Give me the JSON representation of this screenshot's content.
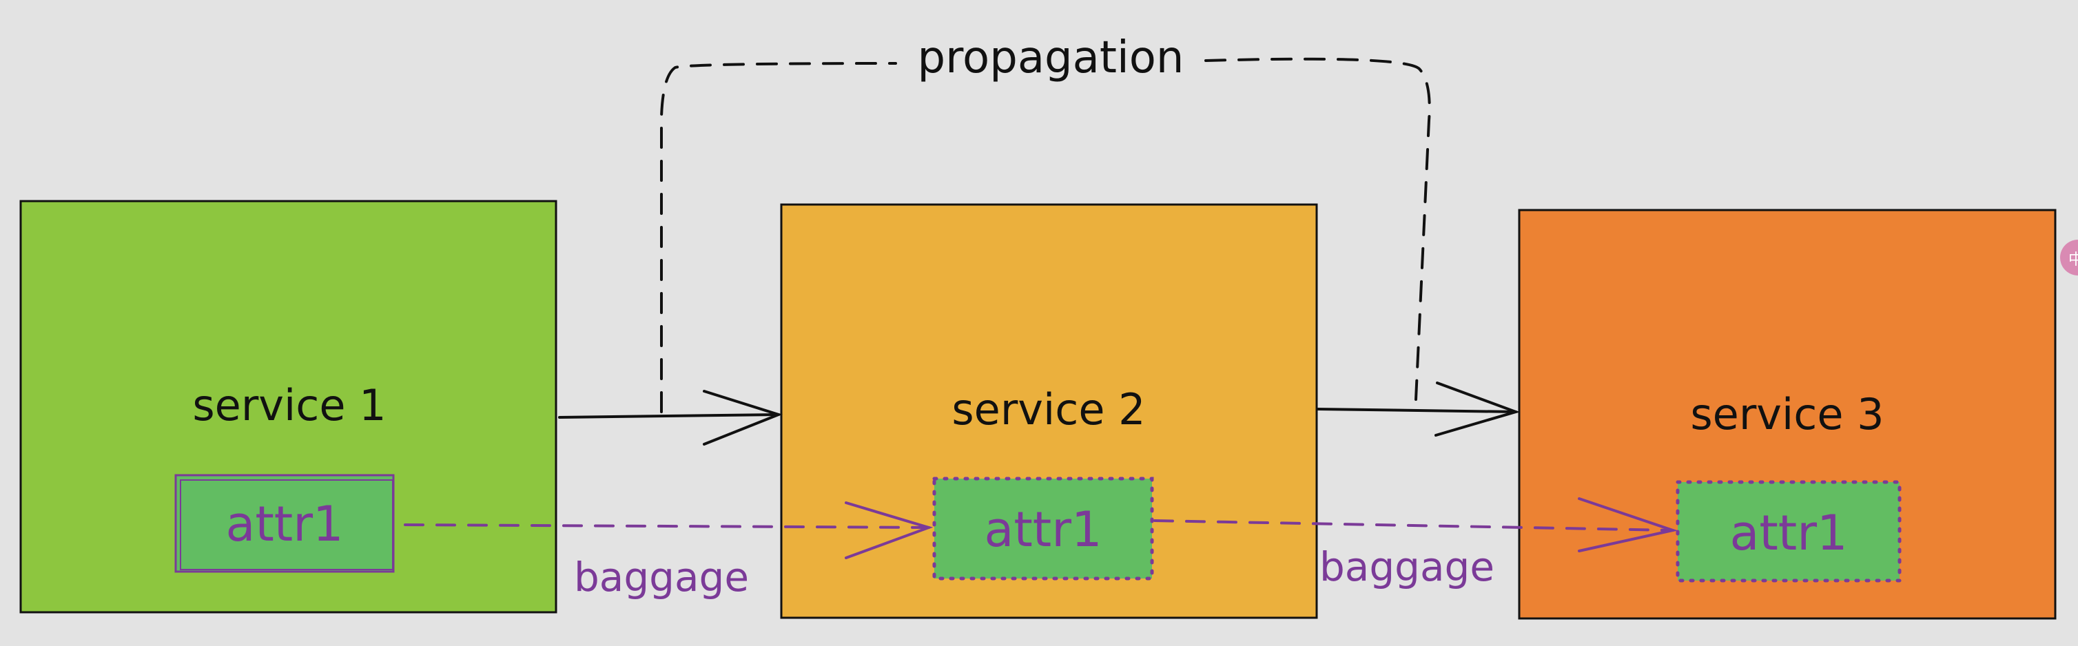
{
  "diagram": {
    "propagation_label": "propagation",
    "services": [
      {
        "label": "service 1",
        "attr_label": "attr1",
        "color": "#8dc63f",
        "attr_border": "solid"
      },
      {
        "label": "service 2",
        "attr_label": "attr1",
        "color": "#ebb03d",
        "attr_border": "dotted"
      },
      {
        "label": "service 3",
        "attr_label": "attr1",
        "color": "#ec8233",
        "attr_border": "dotted"
      }
    ],
    "baggage_labels": [
      "baggage",
      "baggage"
    ],
    "colors": {
      "attr_fill": "#62bd62",
      "baggage": "#7b3a98",
      "ink": "#111111",
      "background": "#e3e3e3",
      "corner_badge": "#d98ab3"
    }
  }
}
